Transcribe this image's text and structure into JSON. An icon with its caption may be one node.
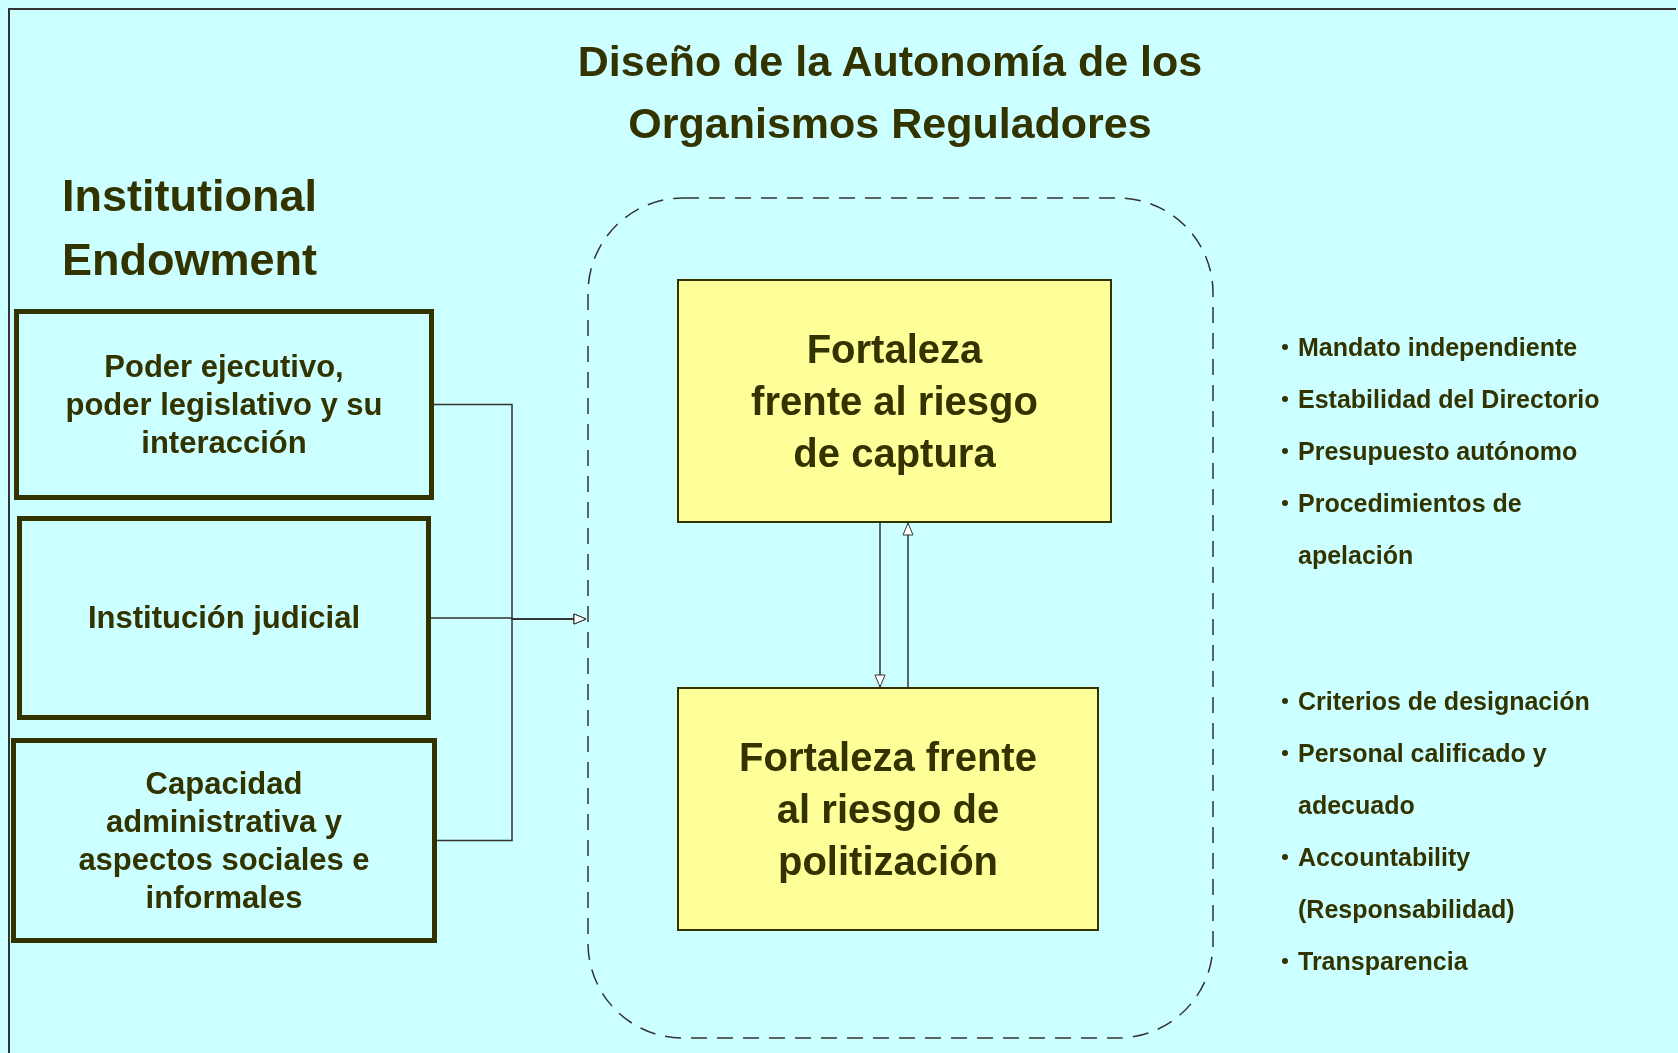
{
  "diagram": {
    "title": "Diseño de la Autonomía de los Organismos Reguladores",
    "nodes": [
      {
        "text": [
          "Poder ejecutivo, poder legislativo y su interacción"
        ]
      },
      {
        "text": [
          "Institución judicial"
        ]
      },
      {
        "text": [
          "Capacidad administrativa y aspectos sociales e informales"
        ]
      },
      {
        "text": [],
        "shape": "box"
      },
      {
        "text": [
          "Fortaleza frente al riesgo de captura"
        ],
        "in": 3
      },
      {
        "text": [
          "Fortaleza frente al riesgo de politización"
        ],
        "in": 3
      }
    ],
    "edges": [
      {
        "from": 0,
        "to": 3,
        "arrow": "to"
      },
      {
        "from": 1,
        "to": 3,
        "arrow": "to"
      },
      {
        "from": 2,
        "to": 3,
        "arrow": "to"
      },
      {
        "from": 4,
        "to": 5,
        "arrow": "to"
      },
      {
        "from": 5,
        "to": 4,
        "arrow": "to"
      }
    ],
    "labels": [
      "Institutional Endowment",
      "Mandato independiente",
      "Estabilidad del Directorio",
      "Presupuesto autónomo",
      "Procedimientos de apelación",
      "Criterios de designación",
      "Personal calificado y adecuado",
      "Accountability (Responsabilidad)",
      "Transparencia"
    ]
  }
}
